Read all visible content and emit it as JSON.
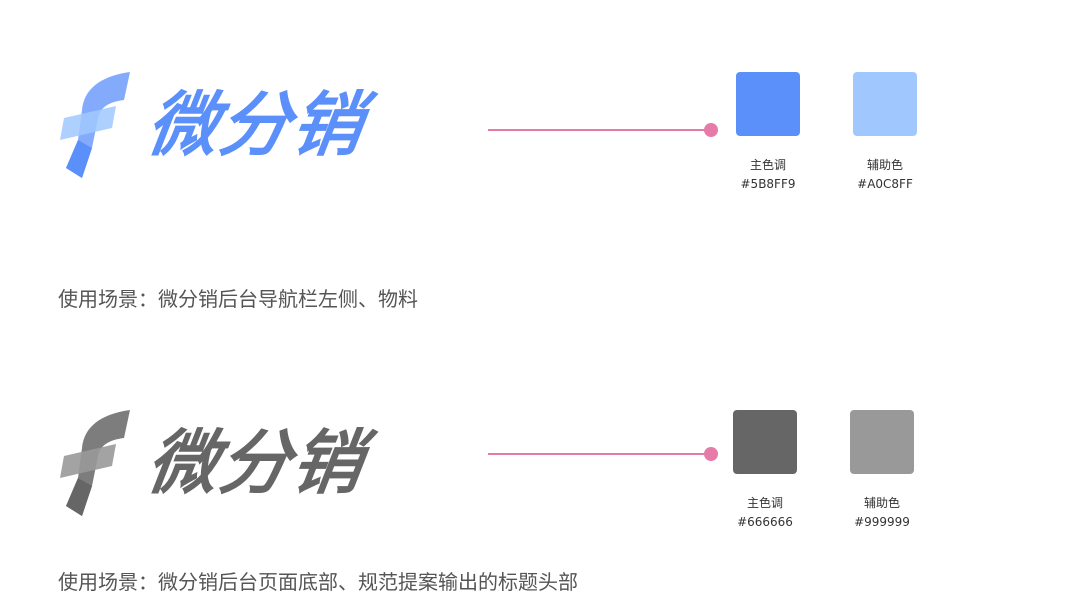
{
  "colors": {
    "connector": "#E67BAA",
    "blue_primary": "#5B8FF9",
    "blue_secondary": "#A0C8FF",
    "gray_primary": "#666666",
    "gray_secondary": "#999999"
  },
  "sections": [
    {
      "logo_text": "微分销",
      "logo_icon": "f-logo-icon",
      "swatches": [
        {
          "label": "主色调",
          "hex": "#5B8FF9"
        },
        {
          "label": "辅助色",
          "hex": "#A0C8FF"
        }
      ],
      "usage": "使用场景：微分销后台导航栏左侧、物料"
    },
    {
      "logo_text": "微分销",
      "logo_icon": "f-logo-icon",
      "swatches": [
        {
          "label": "主色调",
          "hex": "#666666"
        },
        {
          "label": "辅助色",
          "hex": "#999999"
        }
      ],
      "usage": "使用场景：微分销后台页面底部、规范提案输出的标题头部"
    }
  ]
}
